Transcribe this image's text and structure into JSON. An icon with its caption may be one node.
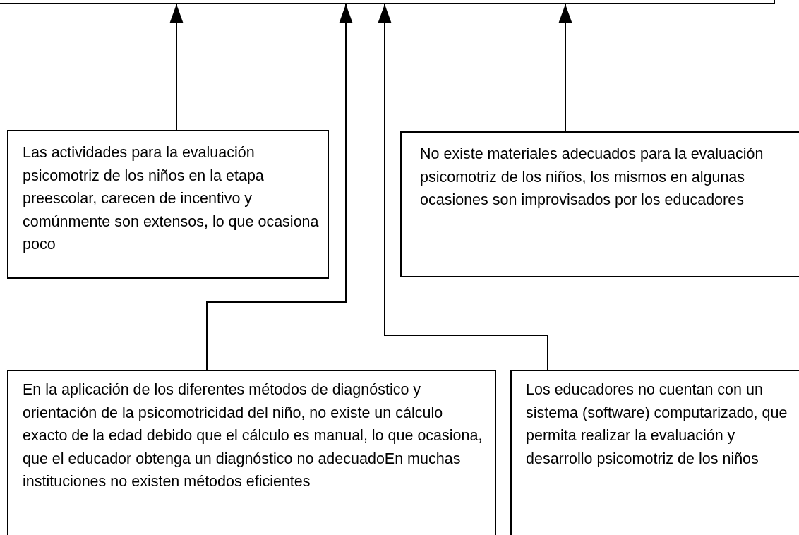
{
  "diagram": {
    "nodes": [
      {
        "text": [],
        "shape": "box"
      },
      {
        "text": [
          "Las actividades  para la evaluación psicomotriz de los niños en la etapa preescolar, carecen de incentivo y comúnmente son extensos, lo que ocasiona poco"
        ]
      },
      {
        "text": [
          "No existe materiales adecuados para la evaluación psicomotriz de los niños, los mismos en algunas ocasiones son improvisados por los educadores"
        ]
      },
      {
        "text": [
          "En la aplicación de los diferentes métodos de diagnóstico y orientación de la psicomotricidad del niño, no existe un cálculo exacto de la edad debido que el cálculo es manual, lo que ocasiona, que el educador  obtenga un diagnóstico no adecuadoEn muchas instituciones no existen métodos eficientes"
        ]
      },
      {
        "text": [
          "Los educadores no cuentan con un sistema (software) computarizado, que permita realizar la evaluación y desarrollo psicomotriz de los niños"
        ]
      }
    ],
    "edges": [
      {
        "from": 1,
        "to": 0,
        "arrow": "to"
      },
      {
        "from": 3,
        "to": 0,
        "arrow": "to"
      },
      {
        "from": 4,
        "to": 0,
        "arrow": "to"
      },
      {
        "from": 2,
        "to": 0,
        "arrow": "to"
      }
    ]
  }
}
